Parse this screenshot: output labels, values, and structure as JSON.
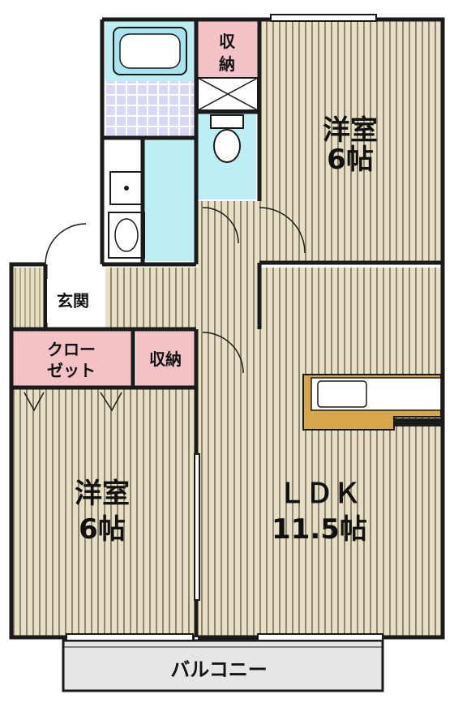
{
  "floorplan": {
    "rooms": {
      "western_top": {
        "name": "洋室",
        "size": "6帖"
      },
      "western_left": {
        "name": "洋室",
        "size": "6帖"
      },
      "ldk": {
        "name": "ＬＤＫ",
        "size": "11.5帖"
      },
      "entrance": {
        "name": "玄関"
      },
      "closet": {
        "line1": "クロー",
        "line2": "ゼット"
      },
      "storage_top": {
        "line1": "収",
        "line2": "納"
      },
      "storage_mid": {
        "name": "収納"
      },
      "balcony": {
        "name": "バルコニー"
      }
    },
    "colors": {
      "floor_wood": "#e8e0c4",
      "floor_stripe": "#8c8670",
      "wall": "#1a1a1a",
      "storage_pink": "#f3c2c6",
      "bath_tile": "#d9d9f5",
      "bath_blue": "#a8e4ec",
      "water_blue": "#bdeef4",
      "balcony_gray": "#e6e6e6",
      "kitchen_tan": "#d6a64a"
    }
  }
}
